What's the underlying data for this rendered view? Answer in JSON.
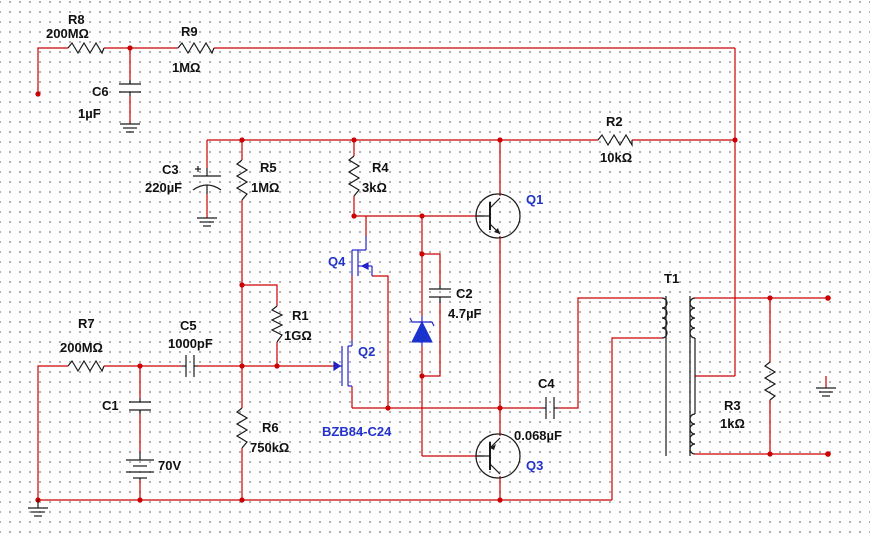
{
  "components": {
    "r8": {
      "ref": "R8",
      "value": "200MΩ"
    },
    "r9": {
      "ref": "R9",
      "value": "1MΩ"
    },
    "c6": {
      "ref": "C6",
      "value": "1µF"
    },
    "c3": {
      "ref": "C3",
      "value": "220µF"
    },
    "r5": {
      "ref": "R5",
      "value": "1MΩ"
    },
    "r4": {
      "ref": "R4",
      "value": "3kΩ"
    },
    "r2": {
      "ref": "R2",
      "value": "10kΩ"
    },
    "q1": {
      "ref": "Q1"
    },
    "q4": {
      "ref": "Q4"
    },
    "c2": {
      "ref": "C2",
      "value": "4.7µF"
    },
    "t1": {
      "ref": "T1"
    },
    "r7": {
      "ref": "R7",
      "value": "200MΩ"
    },
    "c5": {
      "ref": "C5",
      "value": "1000pF"
    },
    "r1": {
      "ref": "R1",
      "value": "1GΩ"
    },
    "q2": {
      "ref": "Q2"
    },
    "c1": {
      "ref": "C1"
    },
    "c4": {
      "ref": "C4",
      "value": "0.068µF"
    },
    "r6": {
      "ref": "R6",
      "value": "750kΩ"
    },
    "d1": {
      "value": "BZB84-C24"
    },
    "r3": {
      "ref": "R3",
      "value": "1kΩ"
    },
    "q3": {
      "ref": "Q3"
    },
    "v1": {
      "value": "70V"
    }
  },
  "colors": {
    "wire": "#cc0000",
    "component": "#1a1a1a",
    "semiconductor_label": "#2233cc",
    "grid_dot": "#9a9a9a"
  }
}
